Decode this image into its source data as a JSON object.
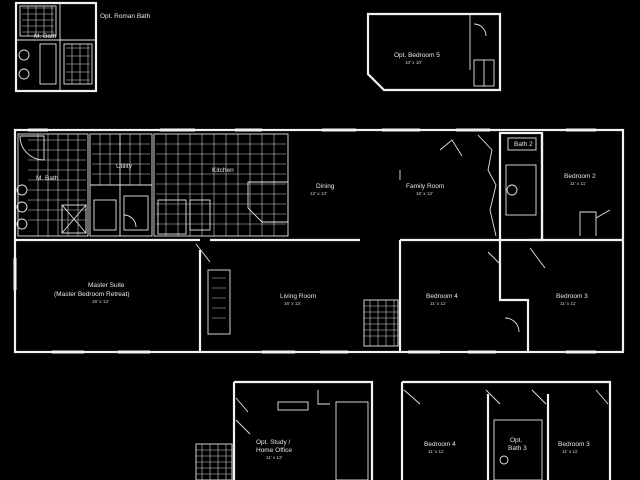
{
  "plan": {
    "opt_bath_title": "Opt. Roman Bath",
    "opt_bedroom5": {
      "name": "Opt. Bedroom 5",
      "dims": "10' x 10'"
    },
    "main_rooms": [
      {
        "key": "m_bath",
        "name": "M. Bath",
        "dims": ""
      },
      {
        "key": "utility",
        "name": "Utility",
        "dims": ""
      },
      {
        "key": "kitchen",
        "name": "Kitchen",
        "dims": ""
      },
      {
        "key": "dining",
        "name": "Dining",
        "dims": "12' x 13'"
      },
      {
        "key": "family_room",
        "name": "Family Room",
        "dims": "16' x 13'"
      },
      {
        "key": "bath2",
        "name": "Bath 2",
        "dims": ""
      },
      {
        "key": "bedroom2",
        "name": "Bedroom 2",
        "dims": "11' x 11'"
      },
      {
        "key": "master_suite",
        "name": "Master Suite",
        "subtitle": "(Master Bedroom Retreat)",
        "dims": "16' x 13'"
      },
      {
        "key": "living_room",
        "name": "Living Room",
        "dims": "16' x 13'"
      },
      {
        "key": "bedroom4",
        "name": "Bedroom 4",
        "dims": "11' x 11'"
      },
      {
        "key": "bedroom3",
        "name": "Bedroom 3",
        "dims": "11' x 11'"
      }
    ],
    "opt_study": {
      "name": "Opt. Study /",
      "name2": "Home Office",
      "dims": "11' x 13'"
    },
    "opt_bath3": {
      "name": "Opt.",
      "name2": "Bath 3"
    },
    "opt_bedroom4": {
      "name": "Bedroom 4",
      "dims": "11' x 11'"
    },
    "opt_bedroom3": {
      "name": "Bedroom 3",
      "dims": "11' x 11'"
    }
  }
}
